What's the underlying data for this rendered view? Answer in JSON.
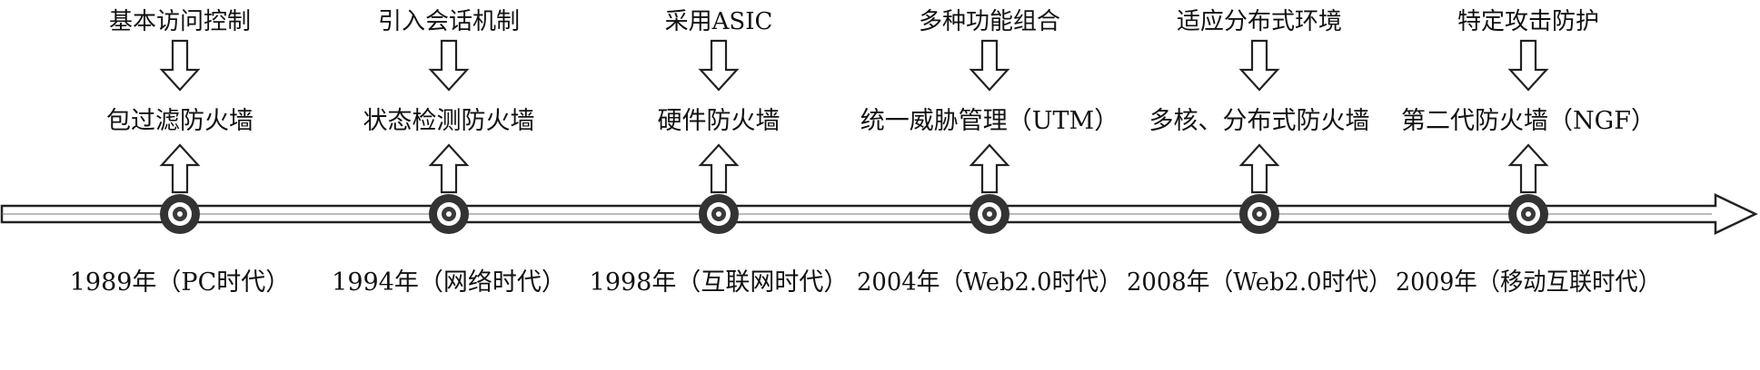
{
  "timeline": {
    "line_color": "#222222",
    "node_outer_color": "#333333",
    "node_ring_color": "#ffffff",
    "node_center_color": "#3a3a3a",
    "stages": [
      {
        "feature": "基本访问控制",
        "product": "包过滤防火墙",
        "era": "1989年（PC时代）"
      },
      {
        "feature": "引入会话机制",
        "product": "状态检测防火墙",
        "era": "1994年（网络时代）"
      },
      {
        "feature": "采用ASIC",
        "product": "硬件防火墙",
        "era": "1998年（互联网时代）"
      },
      {
        "feature": "多种功能组合",
        "product": "统一威胁管理（UTM）",
        "era": "2004年（Web2.0时代）"
      },
      {
        "feature": "适应分布式环境",
        "product": "多核、分布式防火墙",
        "era": "2008年（Web2.0时代）"
      },
      {
        "feature": "特定攻击防护",
        "product": "第二代防火墙（NGF）",
        "era": "2009年（移动互联时代）"
      }
    ]
  }
}
